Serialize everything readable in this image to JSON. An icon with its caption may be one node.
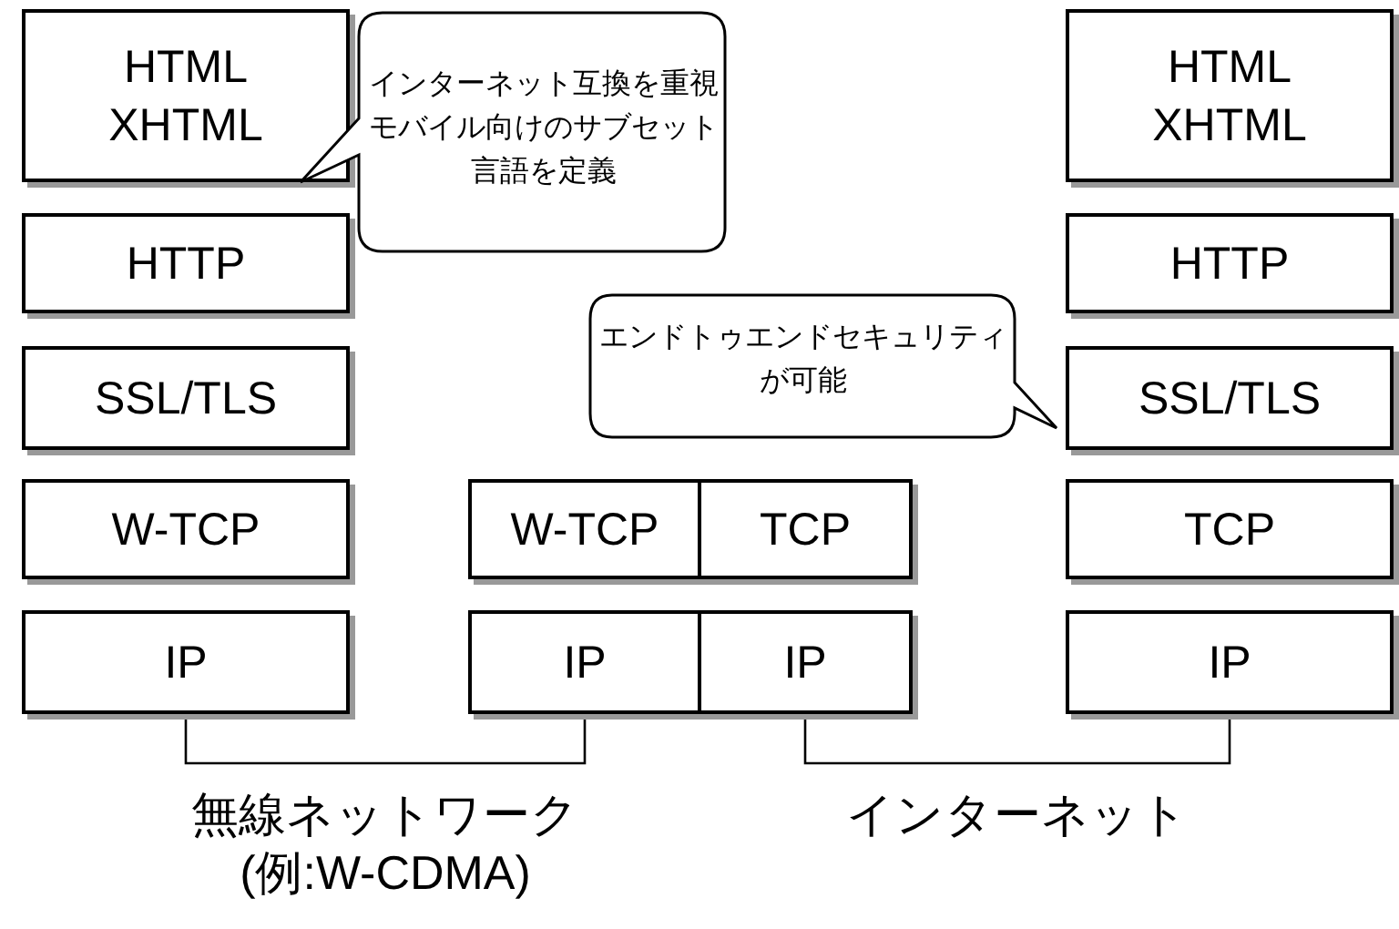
{
  "diagram": {
    "nodes": [
      {
        "text": [
          "HTML XHTML"
        ]
      },
      {
        "text": [
          "インターネット互換を重視モバイル向けのサブセット言語を定義"
        ]
      },
      {
        "text": [
          "HTML XHTML"
        ]
      },
      {
        "text": [
          "HTTP"
        ]
      },
      {
        "text": [
          "HTTP"
        ]
      },
      {
        "text": [
          "エンドトゥエンドセキュリティが可能"
        ]
      },
      {
        "text": [
          "SSL/TLS"
        ]
      },
      {
        "text": [
          "SSL/TLS"
        ]
      },
      {
        "text": [
          "W-TCP"
        ]
      },
      {
        "text": [
          "W-TCP"
        ]
      },
      {
        "text": [
          "TCP"
        ]
      },
      {
        "text": [
          "TCP"
        ]
      },
      {
        "text": [
          "IP"
        ]
      },
      {
        "text": [
          "IP"
        ]
      },
      {
        "text": [
          "IP"
        ]
      },
      {
        "text": [
          "IP"
        ]
      }
    ],
    "edges": [
      {
        "from": 12,
        "to": 13,
        "arrow": "none",
        "label": "無線ネットワーク (例:W-CDMA)"
      },
      {
        "from": 14,
        "to": 15,
        "arrow": "none",
        "label": "インターネット"
      }
    ]
  }
}
